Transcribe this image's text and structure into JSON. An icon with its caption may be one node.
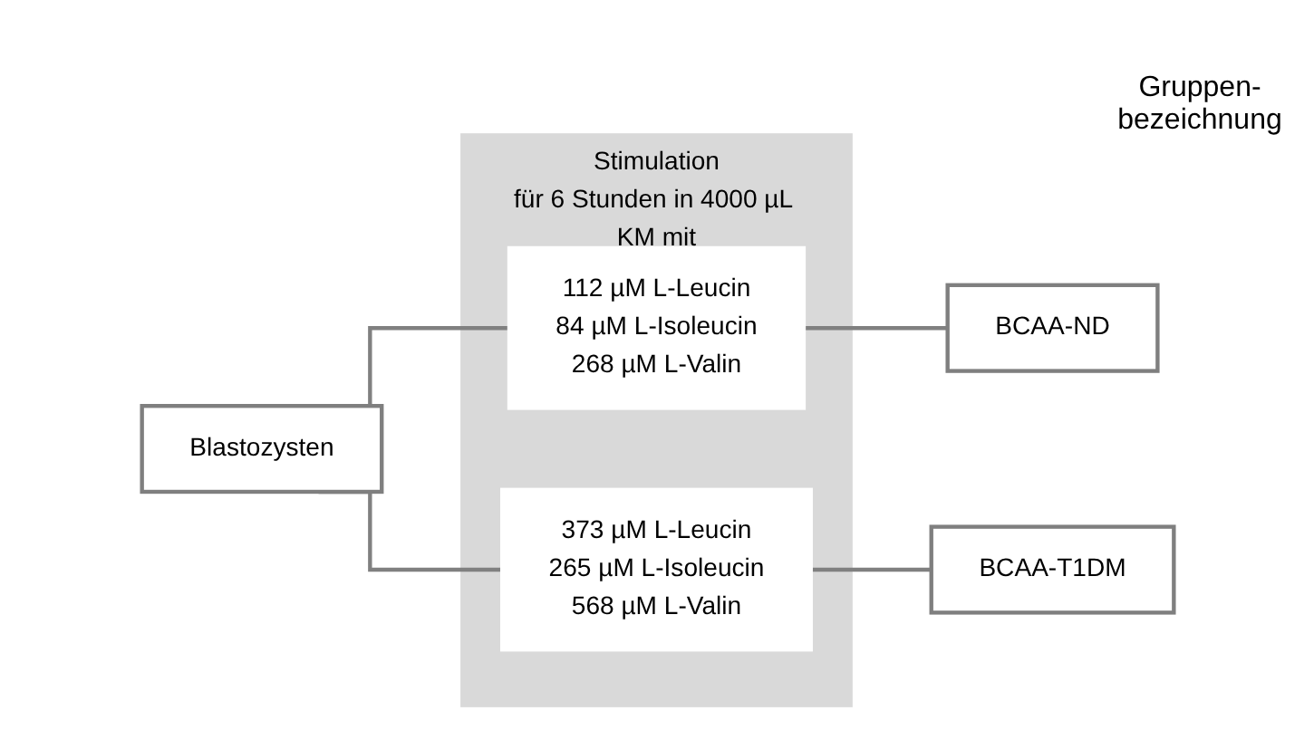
{
  "diagram": {
    "nodes": [
      {
        "text": [
          "Blastozysten"
        ]
      },
      {
        "text": [
          "Stimulation",
          "für 6 Stunden in 4000 µL KM mit"
        ]
      },
      {
        "text": [
          "112 µM L-Leucin",
          "84 µM L-Isoleucin",
          "268 µM L-Valin"
        ],
        "in": 1
      },
      {
        "text": [
          "373 µM L-Leucin",
          "265 µM L-Isoleucin",
          "568 µM L-Valin"
        ],
        "in": 1
      },
      {
        "text": [
          "BCAA-ND"
        ]
      },
      {
        "text": [
          "BCAA-T1DM"
        ]
      }
    ],
    "edges": [
      {
        "from": 0,
        "to": 2,
        "arrow": "none"
      },
      {
        "from": 0,
        "to": 3,
        "arrow": "none"
      },
      {
        "from": 2,
        "to": 4,
        "arrow": "none"
      },
      {
        "from": 3,
        "to": 5,
        "arrow": "none"
      }
    ],
    "labels": [
      "Gruppen- bezeichnung"
    ]
  }
}
